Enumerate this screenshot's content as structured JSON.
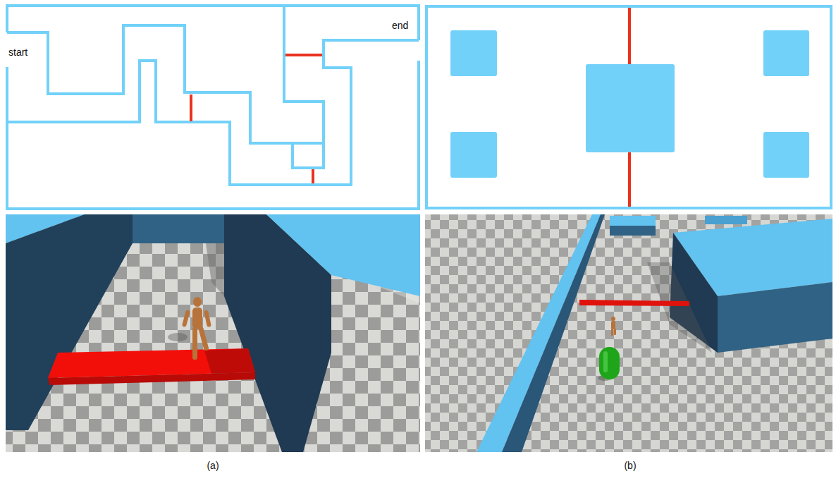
{
  "diagram": {
    "labels": [
      "start",
      "end",
      "(a)",
      "(b)"
    ]
  }
}
